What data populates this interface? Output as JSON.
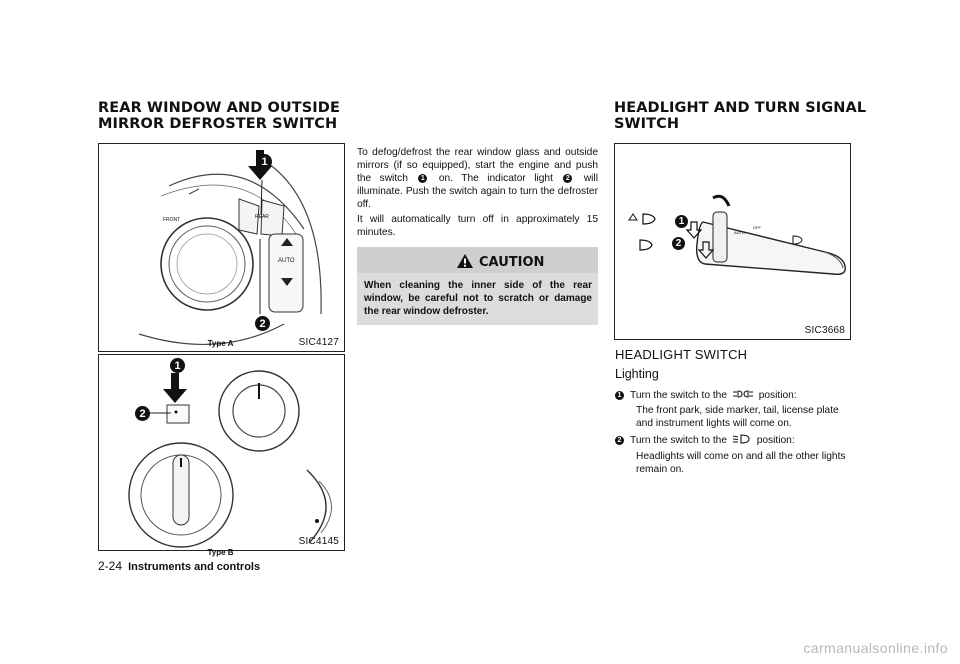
{
  "left_heading": {
    "line1": "REAR WINDOW AND OUTSIDE",
    "line2": "MIRROR DEFROSTER SWITCH"
  },
  "right_heading": {
    "line1": "HEADLIGHT AND TURN SIGNAL",
    "line2": "SWITCH"
  },
  "figure_a": {
    "code": "SIC4127",
    "caption": "Type A",
    "labels": {
      "front": "FRONT",
      "rear": "REAR",
      "auto": "AUTO"
    },
    "callout_1": "1",
    "callout_2": "2"
  },
  "figure_b": {
    "code": "SIC4145",
    "caption": "Type B",
    "callout_1": "1",
    "callout_2": "2"
  },
  "figure_c": {
    "code": "SIC3668",
    "callout_1": "1",
    "callout_2": "2",
    "labels": {
      "off": "OFF",
      "auto": "AUTO"
    }
  },
  "body": {
    "p1_a": "To defog/defrost the rear window glass and outside mirrors (if so equipped), start the engine and push the switch",
    "p1_num1": "1",
    "p1_b": "on. The indicator light",
    "p1_num2": "2",
    "p1_c": "will illuminate. Push the switch again to turn the defroster off.",
    "p2": "It will automatically turn off in approximately 15 minutes."
  },
  "caution": {
    "title": "CAUTION",
    "text": "When cleaning the inner side of the rear window, be careful not to scratch or damage the rear window defroster."
  },
  "headlight": {
    "section": "HEADLIGHT SWITCH",
    "subsection": "Lighting",
    "items": [
      {
        "num": "1",
        "lead": "Turn the switch to the",
        "trail": "position:",
        "icon": "parking-lights-icon",
        "desc": "The front park, side marker, tail, license plate and instrument lights will come on."
      },
      {
        "num": "2",
        "lead": "Turn the switch to the",
        "trail": "position:",
        "icon": "headlight-icon",
        "desc": "Headlights will come on and all the other lights remain on."
      }
    ]
  },
  "footer": {
    "page": "2-24",
    "section": "Instruments and controls"
  },
  "watermark": "carmanualsonline.info"
}
